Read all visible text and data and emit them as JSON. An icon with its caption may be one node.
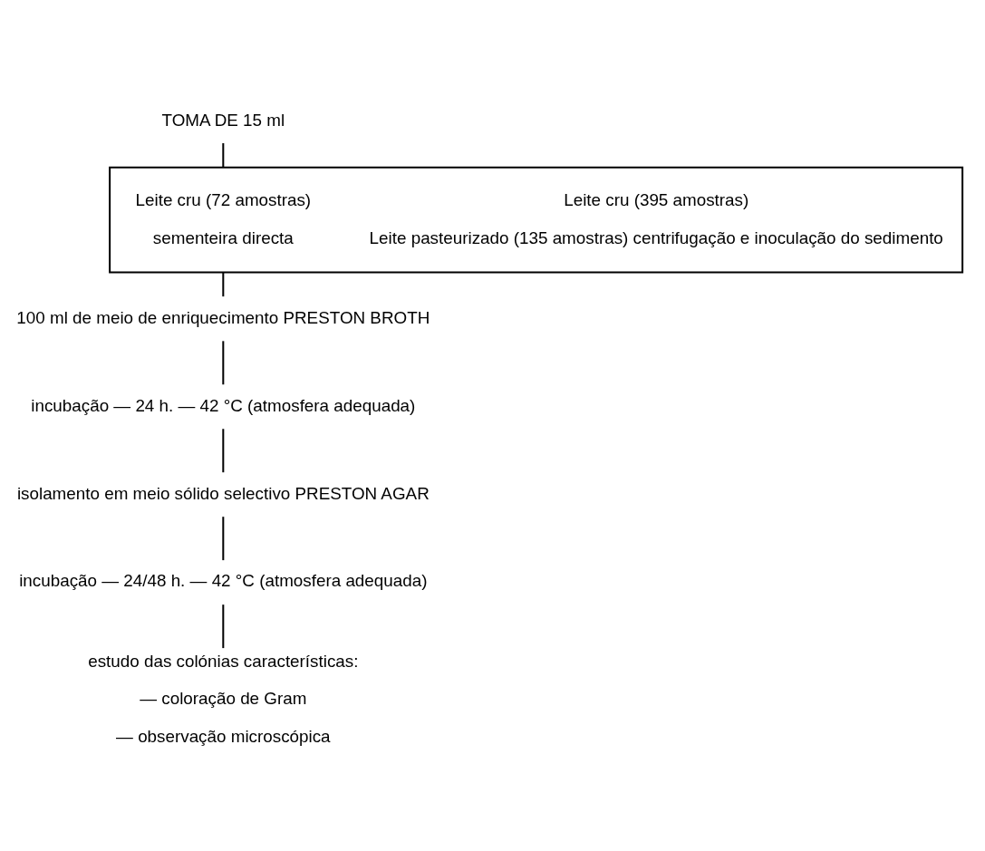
{
  "diagram": {
    "nodes": [
      {
        "text": [
          "TOMA DE 15 ml"
        ]
      },
      {
        "text": [],
        "shape": "band"
      },
      {
        "text": [
          "Leite cru (72 amostras)",
          "sementeira directa"
        ],
        "in": 1
      },
      {
        "text": [
          "Leite cru (395 amostras)",
          "Leite pasteurizado (135 amostras) centrifugação e inoculação do sedimento"
        ],
        "in": 1
      },
      {
        "text": [
          "100 ml de meio de enriquecimento PRESTON BROTH"
        ]
      },
      {
        "text": [
          "incubação — 24 h. — 42 °C (atmosfera adequada)"
        ]
      },
      {
        "text": [
          "isolamento em meio sólido selectivo PRESTON AGAR"
        ]
      },
      {
        "text": [
          "incubação — 24/48 h. — 42 °C (atmosfera adequada)"
        ]
      },
      {
        "text": [
          "estudo das colónias características:",
          "— coloração de Gram",
          "— observação microscópica"
        ]
      }
    ],
    "edges": [
      {
        "from": 0,
        "to": 1,
        "arrow": "none"
      },
      {
        "from": 1,
        "to": 4,
        "arrow": "none"
      },
      {
        "from": 4,
        "to": 5,
        "arrow": "none"
      },
      {
        "from": 5,
        "to": 6,
        "arrow": "none"
      },
      {
        "from": 6,
        "to": 7,
        "arrow": "none"
      },
      {
        "from": 7,
        "to": 8,
        "arrow": "none"
      }
    ]
  }
}
